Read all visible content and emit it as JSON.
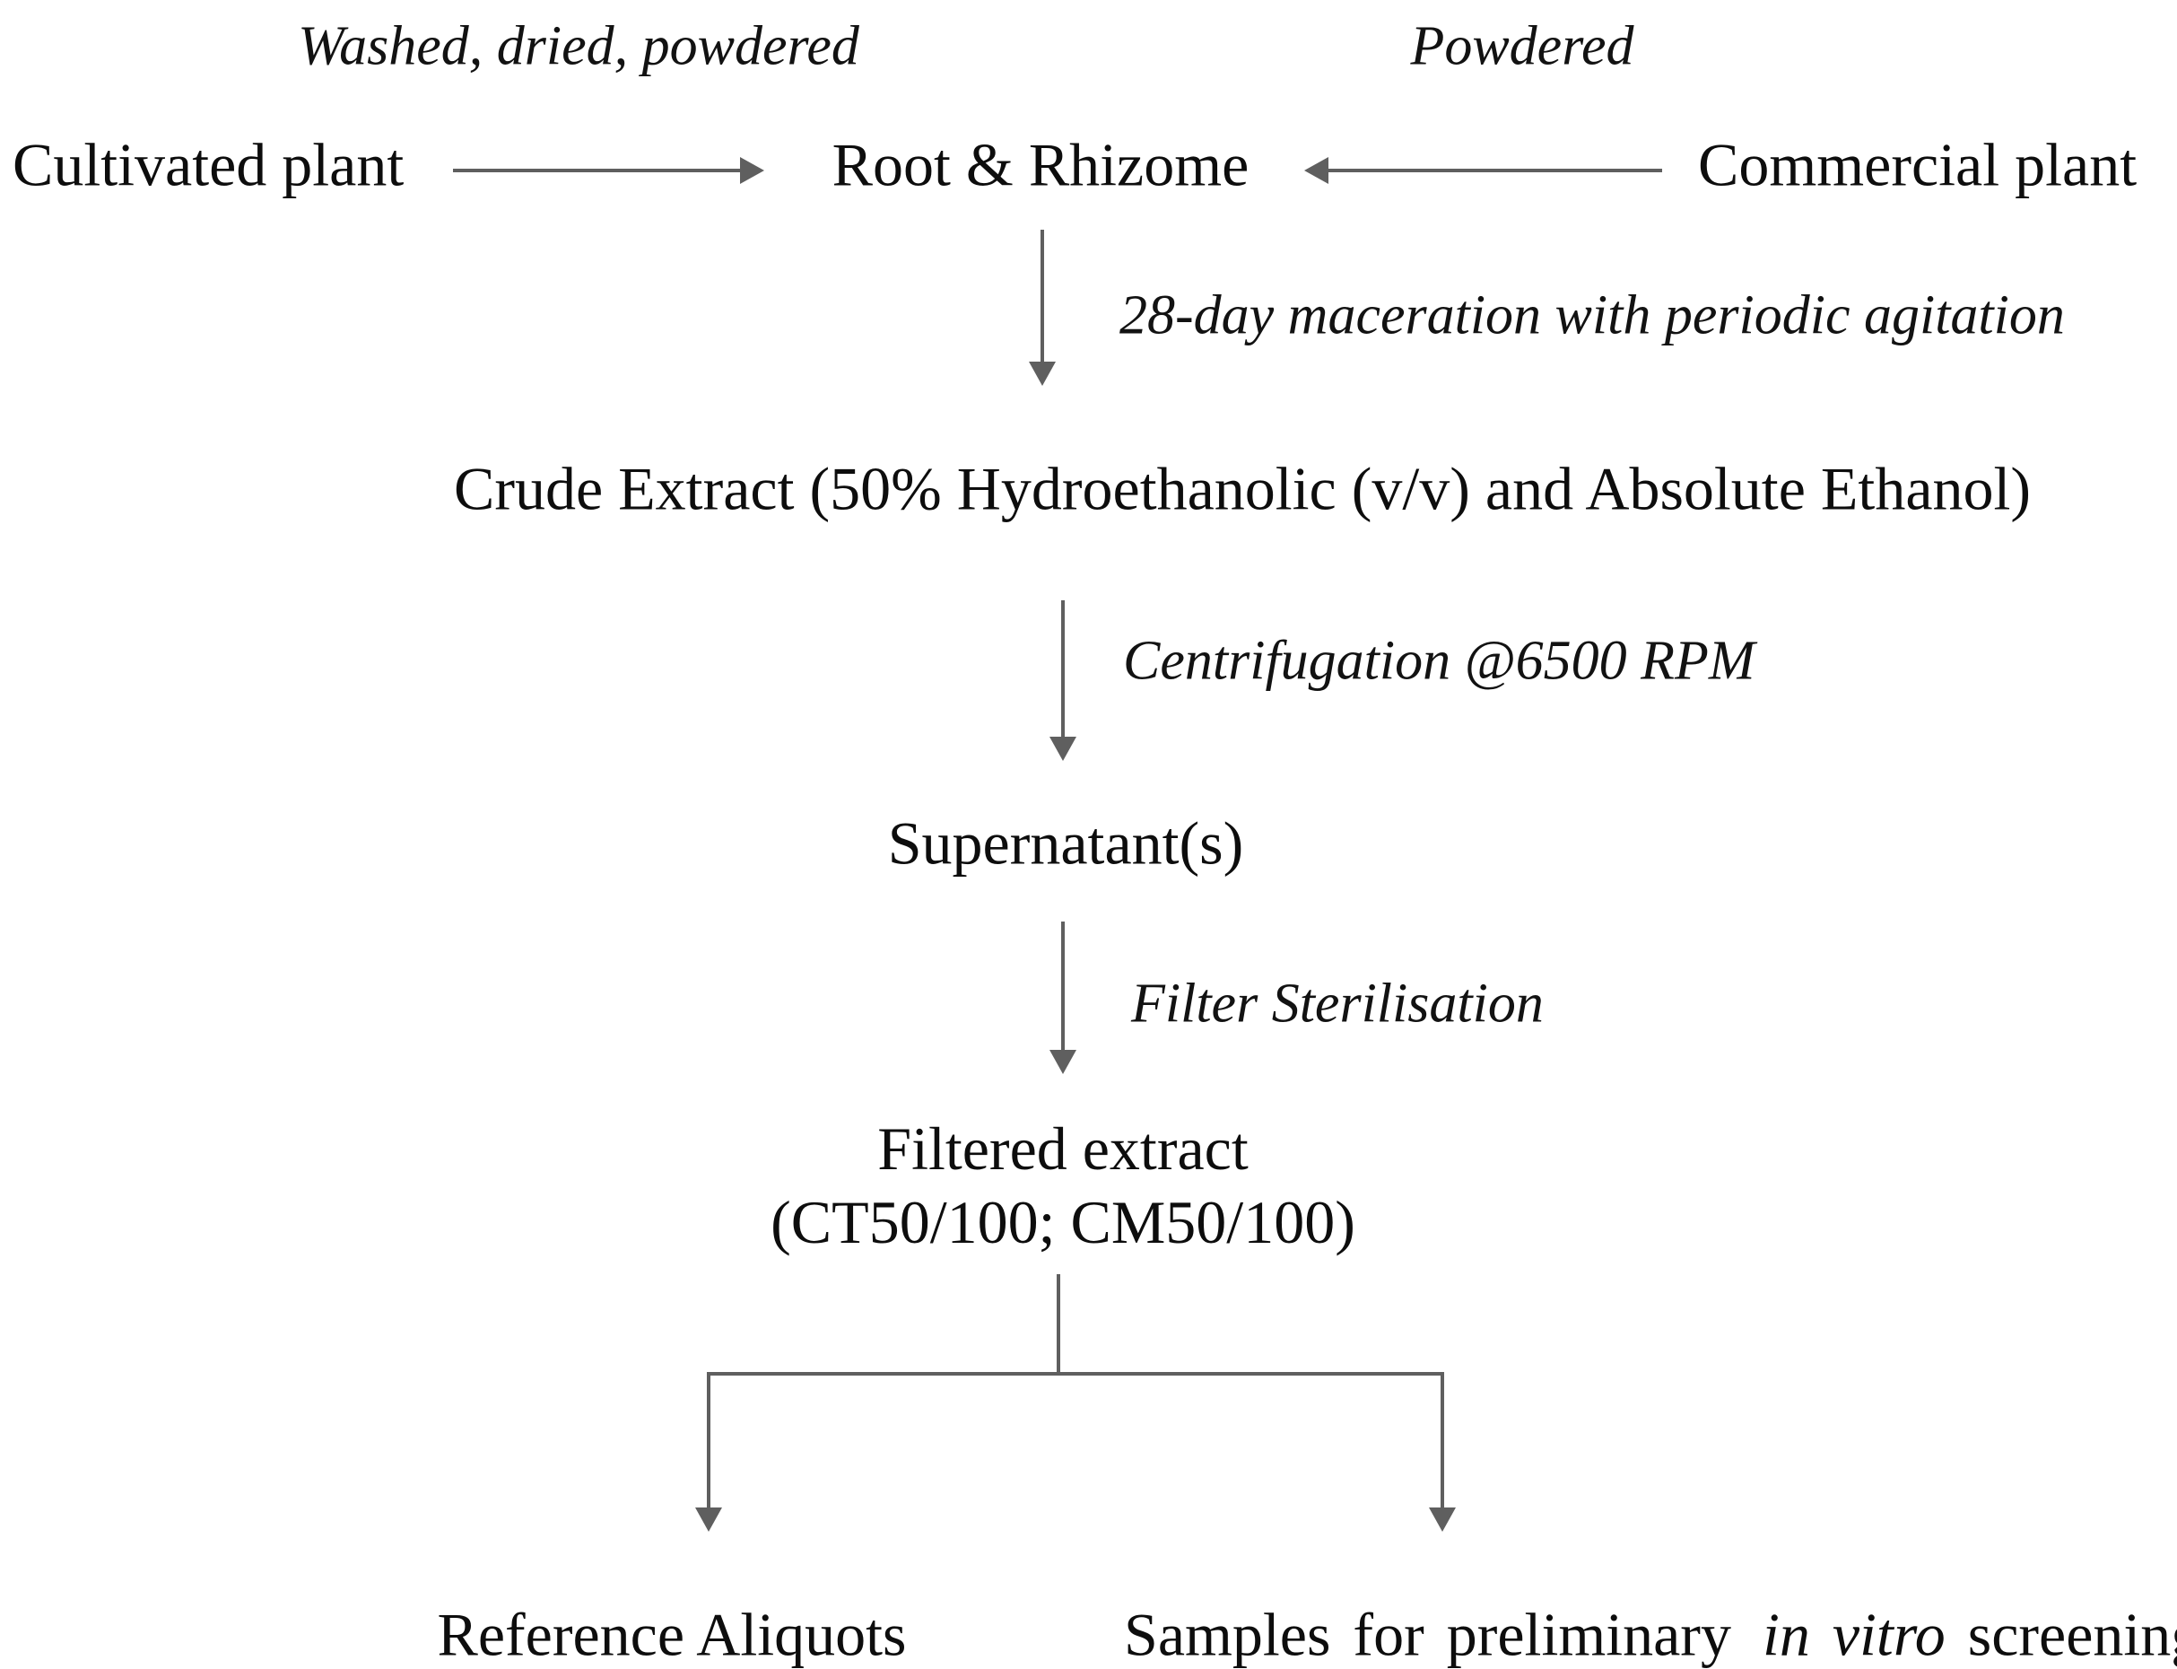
{
  "diagram": {
    "description": "Plant extract preparation flowchart",
    "colors": {
      "background": "#ffffff",
      "text": "#0d0d0d",
      "arrow": "#5f5f5f"
    },
    "sources": {
      "cultivated_plant": "Cultivated plant",
      "commercial_plant": "Commercial plant",
      "root_rhizome": "Root & Rhizome",
      "washed_label": "Washed, dried, powdered",
      "powdered_label": "Powdered"
    },
    "process": {
      "maceration_label": "28-day maceration with periodic agitation",
      "crude_extract": "Crude Extract (50% Hydroethanolic (v/v) and Absolute Ethanol)",
      "centrifugation_label": "Centrifugation @6500 RPM",
      "supernatant": "Supernatant(s)",
      "filter_label": "Filter Sterilisation",
      "filtered_extract_line1": "Filtered extract",
      "filtered_extract_line2": "(CT50/100; CM50/100)"
    },
    "outputs": {
      "reference_aliquots": "Reference Aliquots",
      "samples_prefix": "Samples for preliminary ",
      "samples_italic": "in vitro",
      "samples_suffix": " screening"
    }
  }
}
